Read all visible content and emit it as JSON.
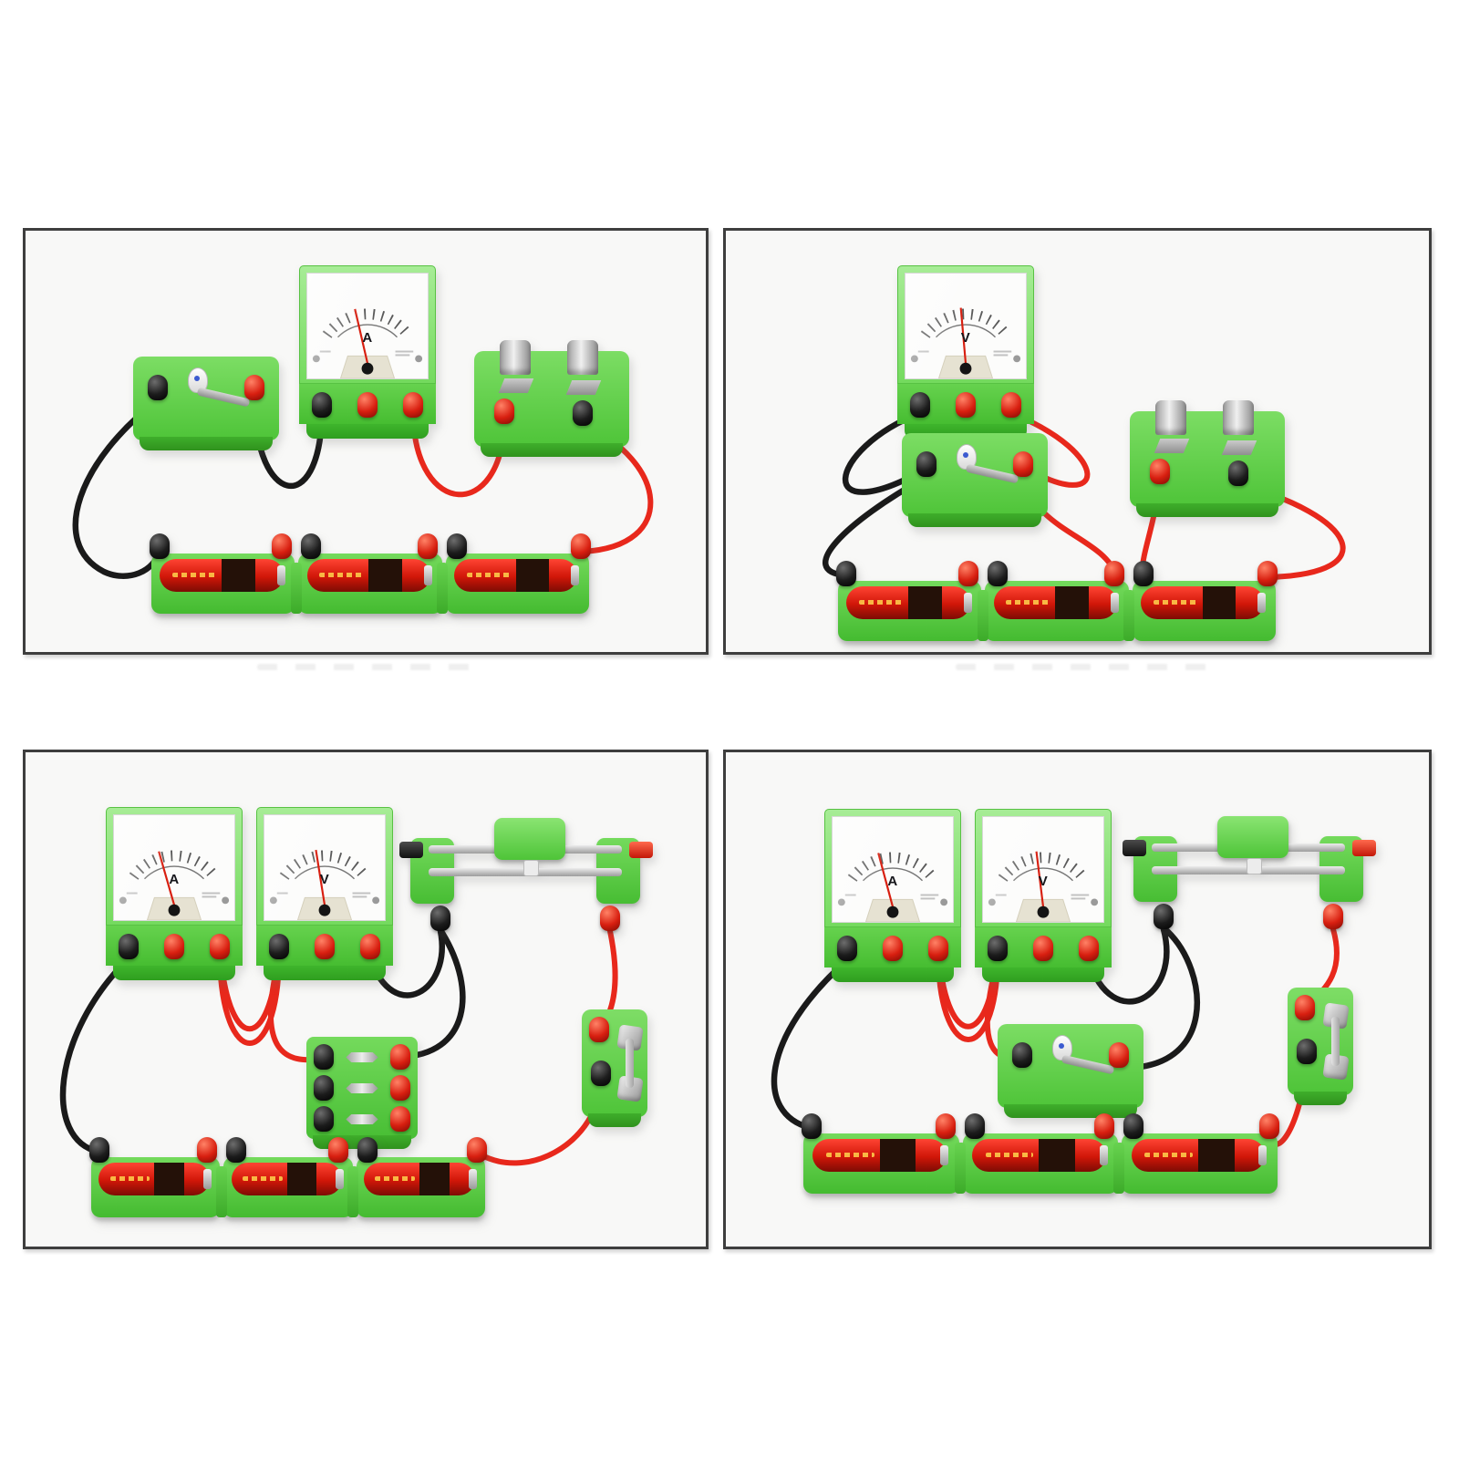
{
  "meters": {
    "ammeter_label": "A",
    "voltmeter_label": "V"
  },
  "panels": {
    "top_left": {
      "components": [
        "knife-switch",
        "ammeter",
        "fuse-holder",
        "battery-pack-3"
      ]
    },
    "top_right": {
      "components": [
        "voltmeter",
        "knife-switch",
        "fuse-holder",
        "battery-pack-3"
      ]
    },
    "bottom_left": {
      "components": [
        "ammeter",
        "voltmeter",
        "rheostat",
        "resistor-terminal-block",
        "fuse-holder-vertical",
        "battery-pack-3"
      ]
    },
    "bottom_right": {
      "components": [
        "ammeter",
        "voltmeter",
        "rheostat",
        "knife-switch",
        "fuse-holder-vertical",
        "battery-pack-3"
      ]
    }
  },
  "colors": {
    "plastic_green": "#4ec438",
    "plastic_green_light": "#8ae472",
    "meter_face": "#fcfcfb",
    "wire_red": "#e8281c",
    "wire_black": "#1a1a1a",
    "terminal_red": "#d81f10",
    "terminal_black": "#1c1c1c",
    "battery_red": "#d01608",
    "panel_border": "#3e3e3e",
    "panel_background": "#f8f8f7",
    "needle_red": "#d81f10"
  }
}
